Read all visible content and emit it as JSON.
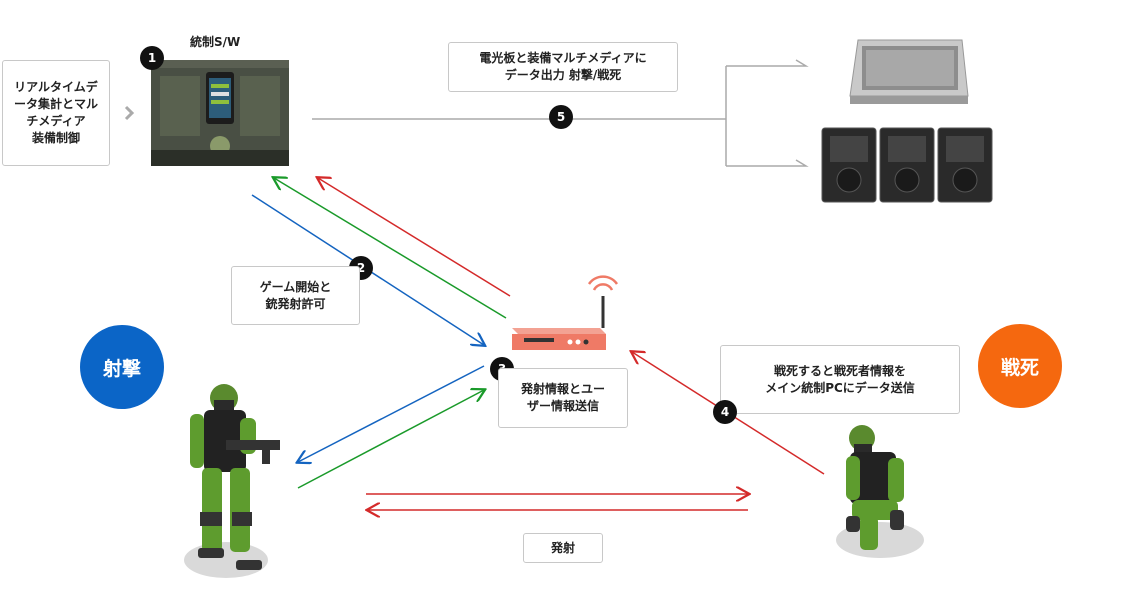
{
  "control_sw": {
    "title": "統制S/W",
    "num": "1"
  },
  "left_box": {
    "text": "リアルタイムデ\nータ集計とマル\nチメディア\n装備制御"
  },
  "output_box": {
    "text": "電光板と装備マルチメディアに\nデータ出力 射撃/戦死",
    "num": "5"
  },
  "start_box": {
    "text": "ゲーム開始と\n銃発射許可",
    "num": "2"
  },
  "send_box": {
    "text": "発射情報とユー\nザー情報送信",
    "num": "3"
  },
  "death_box": {
    "text": "戦死すると戦死者情報を\nメイン統制PCにデータ送信",
    "num": "4"
  },
  "fire_box": {
    "text": "発射"
  },
  "shoot_circle": {
    "text": "射撃",
    "color": "#0b65c7"
  },
  "dead_circle": {
    "text": "戦死",
    "color": "#f5680f"
  },
  "colors": {
    "blue": "#1464c0",
    "green": "#1a9a2a",
    "red": "#d42a2a",
    "gray": "#aaaaaa",
    "router": "#ef7a66"
  }
}
